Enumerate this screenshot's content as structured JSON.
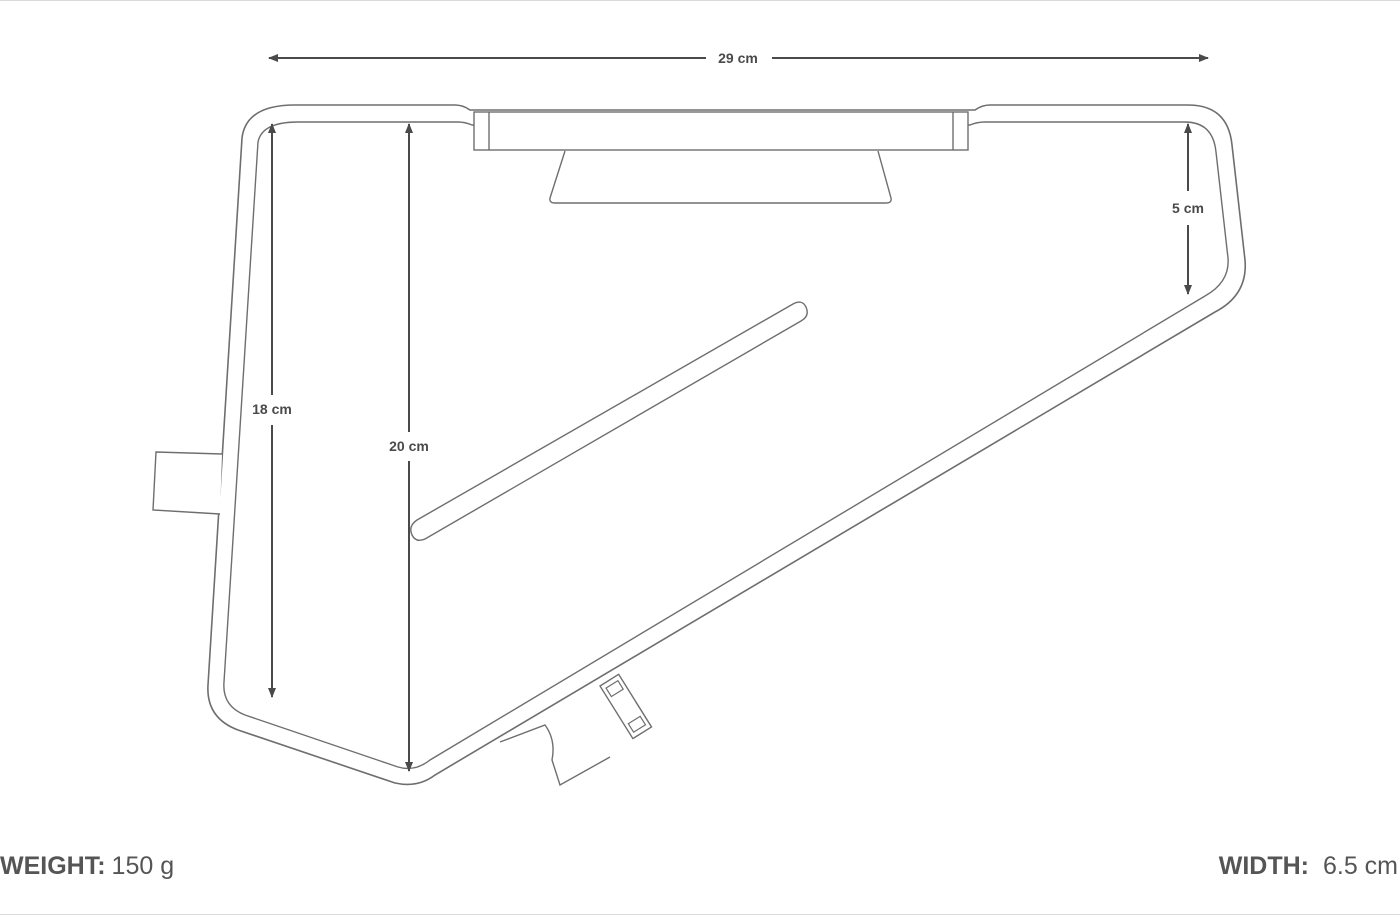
{
  "dimensions": {
    "width_top": "29 cm",
    "height_front": "18 cm",
    "height_center": "20 cm",
    "height_rear": "5 cm"
  },
  "specs": {
    "weight_label": "WEIGHT:",
    "weight_value": "150 g",
    "width_label": "WIDTH:",
    "width_value": "6.5 cm"
  },
  "colors": {
    "outline": "#6e6e6e",
    "dimension": "#4a4a4a",
    "text": "#555555",
    "rule": "#d9d9d9"
  }
}
